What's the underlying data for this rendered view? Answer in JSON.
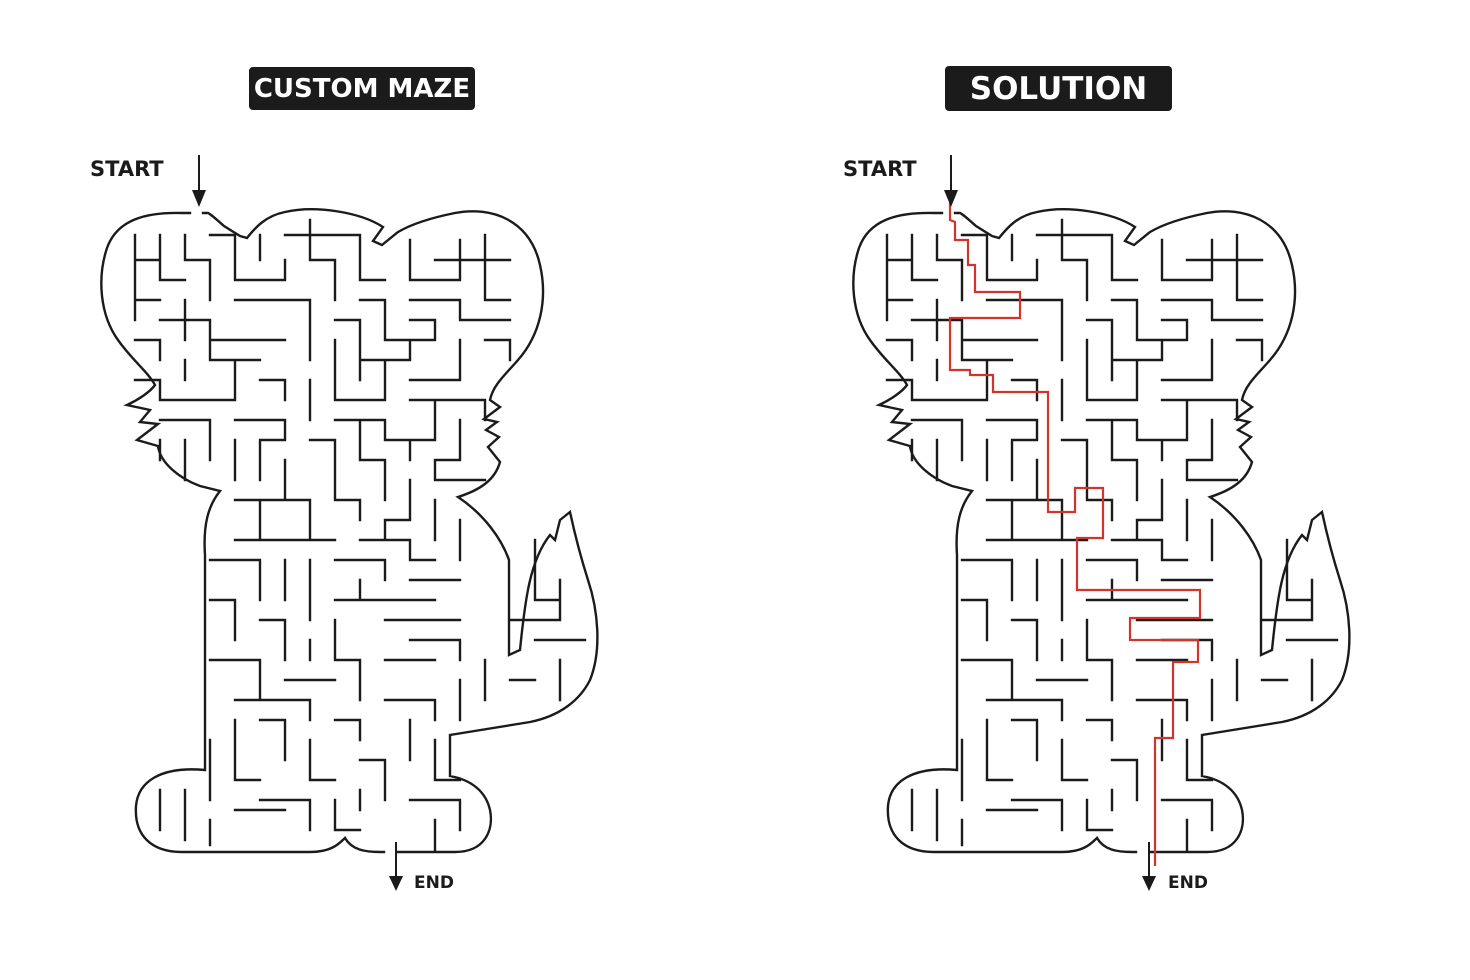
{
  "maze": {
    "title": "CUSTOM MAZE",
    "start_label": "START",
    "end_label": "END"
  },
  "solution": {
    "title": "SOLUTION",
    "start_label": "START",
    "end_label": "END",
    "path_color": "#d0342c"
  },
  "colors": {
    "ink": "#1b1b1b",
    "background": "#ffffff",
    "solution_path": "#d0342c"
  }
}
